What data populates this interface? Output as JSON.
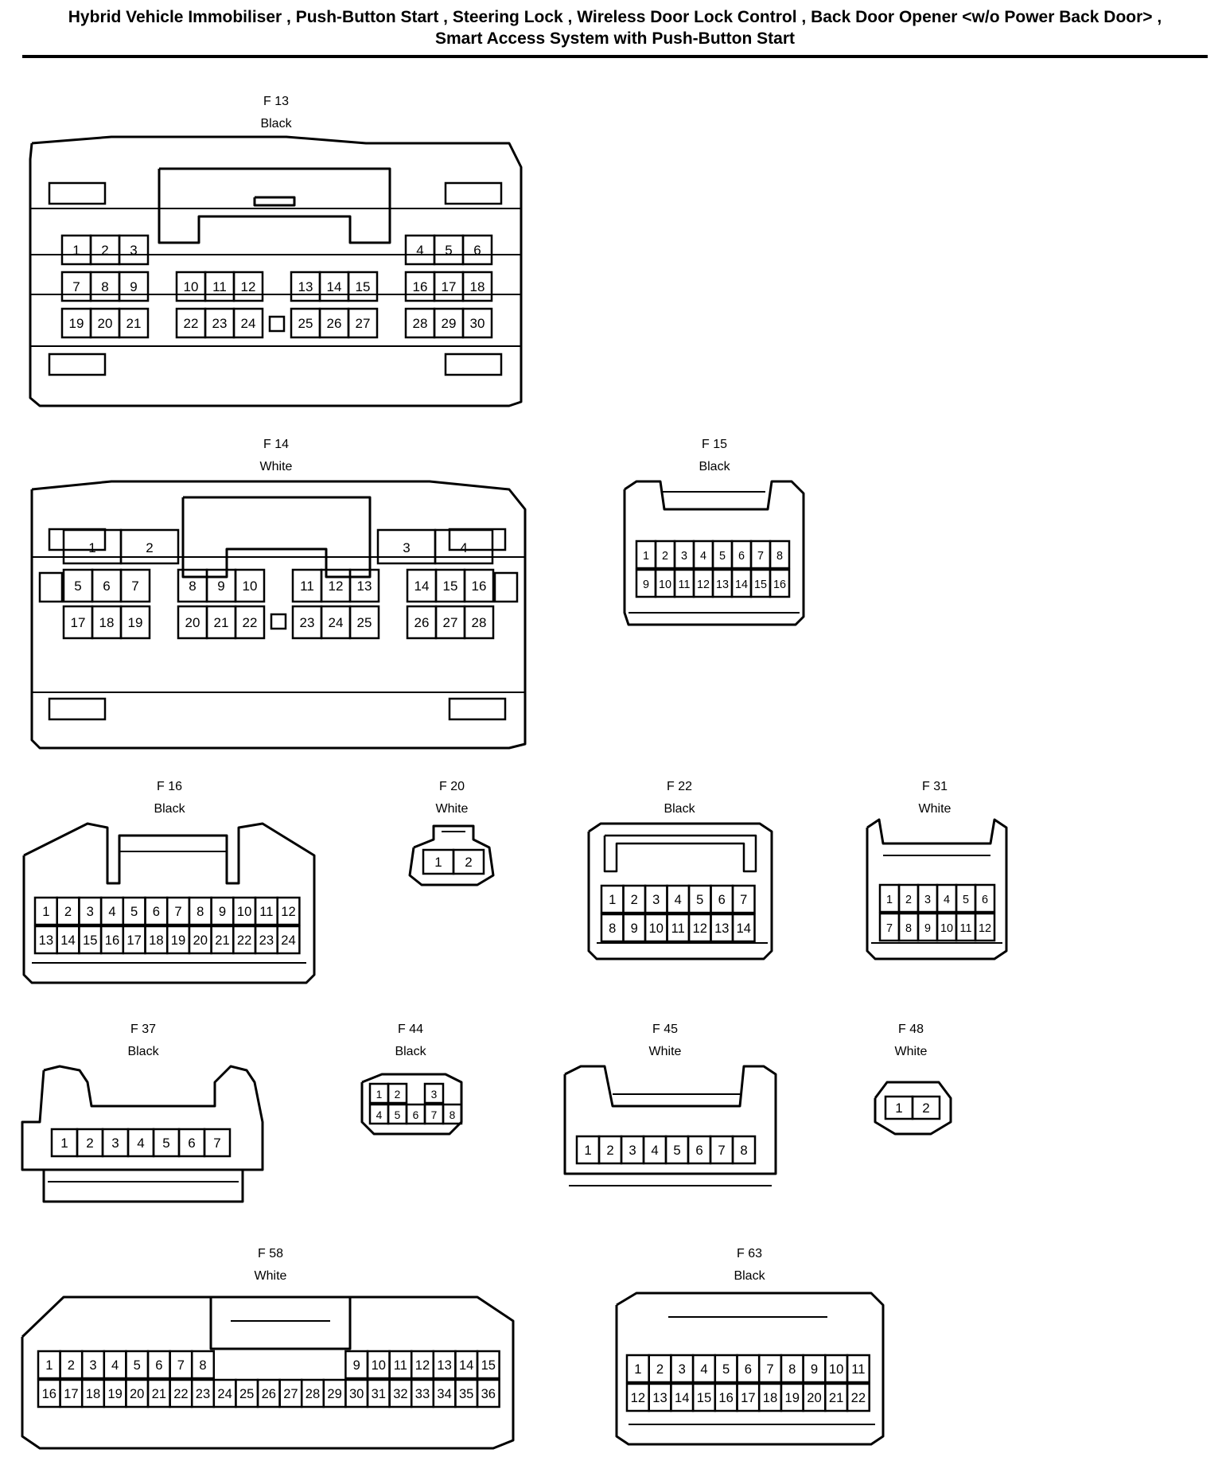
{
  "title": {
    "line1": "Hybrid Vehicle Immobiliser , Push-Button Start , Steering Lock , Wireless Door Lock Control , Back Door Opener <w/o Power Back Door> ,",
    "line2": "Smart Access System with Push-Button Start"
  },
  "connectors": [
    {
      "id": "F 13",
      "color": "Black",
      "rows": [
        [
          "1",
          "2",
          "3",
          "",
          "",
          "",
          "",
          "",
          "",
          "",
          "",
          "",
          "4",
          "5",
          "6"
        ],
        [
          "7",
          "8",
          "9",
          "",
          "10",
          "11",
          "12",
          "",
          "13",
          "14",
          "15",
          "",
          "16",
          "17",
          "18"
        ],
        [
          "19",
          "20",
          "21",
          "",
          "22",
          "23",
          "24",
          "□",
          "25",
          "26",
          "27",
          "",
          "28",
          "29",
          "30"
        ]
      ]
    },
    {
      "id": "F 14",
      "color": "White",
      "rows": [
        [
          "1",
          "2",
          "3",
          "4"
        ],
        [
          "5",
          "6",
          "7",
          "",
          "8",
          "9",
          "10",
          "",
          "11",
          "12",
          "13",
          "",
          "14",
          "15",
          "16"
        ],
        [
          "17",
          "18",
          "19",
          "",
          "20",
          "21",
          "22",
          "□",
          "23",
          "24",
          "25",
          "",
          "26",
          "27",
          "28"
        ]
      ]
    },
    {
      "id": "F 15",
      "color": "Black",
      "rows": [
        [
          "1",
          "2",
          "3",
          "4",
          "5",
          "6",
          "7",
          "8"
        ],
        [
          "9",
          "10",
          "11",
          "12",
          "13",
          "14",
          "15",
          "16"
        ]
      ]
    },
    {
      "id": "F 16",
      "color": "Black",
      "rows": [
        [
          "1",
          "2",
          "3",
          "4",
          "5",
          "6",
          "7",
          "8",
          "9",
          "10",
          "11",
          "12"
        ],
        [
          "13",
          "14",
          "15",
          "16",
          "17",
          "18",
          "19",
          "20",
          "21",
          "22",
          "23",
          "24"
        ]
      ]
    },
    {
      "id": "F 20",
      "color": "White",
      "rows": [
        [
          "1",
          "2"
        ]
      ]
    },
    {
      "id": "F 22",
      "color": "Black",
      "rows": [
        [
          "1",
          "2",
          "3",
          "4",
          "5",
          "6",
          "7"
        ],
        [
          "8",
          "9",
          "10",
          "11",
          "12",
          "13",
          "14"
        ]
      ]
    },
    {
      "id": "F 31",
      "color": "White",
      "rows": [
        [
          "1",
          "2",
          "3",
          "4",
          "5",
          "6"
        ],
        [
          "7",
          "8",
          "9",
          "10",
          "11",
          "12"
        ]
      ]
    },
    {
      "id": "F 37",
      "color": "Black",
      "rows": [
        [
          "1",
          "2",
          "3",
          "4",
          "5",
          "6",
          "7"
        ]
      ]
    },
    {
      "id": "F 44",
      "color": "Black",
      "rows": [
        [
          "1",
          "2",
          "",
          "3"
        ],
        [
          "4",
          "5",
          "6",
          "7",
          "8"
        ]
      ]
    },
    {
      "id": "F 45",
      "color": "White",
      "rows": [
        [
          "1",
          "2",
          "3",
          "4",
          "5",
          "6",
          "7",
          "8"
        ]
      ]
    },
    {
      "id": "F 48",
      "color": "White",
      "rows": [
        [
          "1",
          "2"
        ]
      ]
    },
    {
      "id": "F 58",
      "color": "White",
      "rows": [
        [
          "1",
          "2",
          "3",
          "4",
          "5",
          "6",
          "7",
          "8",
          "",
          "",
          "",
          "",
          "",
          "",
          "9",
          "10",
          "11",
          "12",
          "13",
          "14",
          "15"
        ],
        [
          "16",
          "17",
          "18",
          "19",
          "20",
          "21",
          "22",
          "23",
          "24",
          "25",
          "26",
          "27",
          "28",
          "29",
          "30",
          "31",
          "32",
          "33",
          "34",
          "35",
          "36"
        ]
      ]
    },
    {
      "id": "F 63",
      "color": "Black",
      "rows": [
        [
          "1",
          "2",
          "3",
          "4",
          "5",
          "6",
          "7",
          "8",
          "9",
          "10",
          "11"
        ],
        [
          "12",
          "13",
          "14",
          "15",
          "16",
          "17",
          "18",
          "19",
          "20",
          "21",
          "22"
        ]
      ]
    }
  ]
}
